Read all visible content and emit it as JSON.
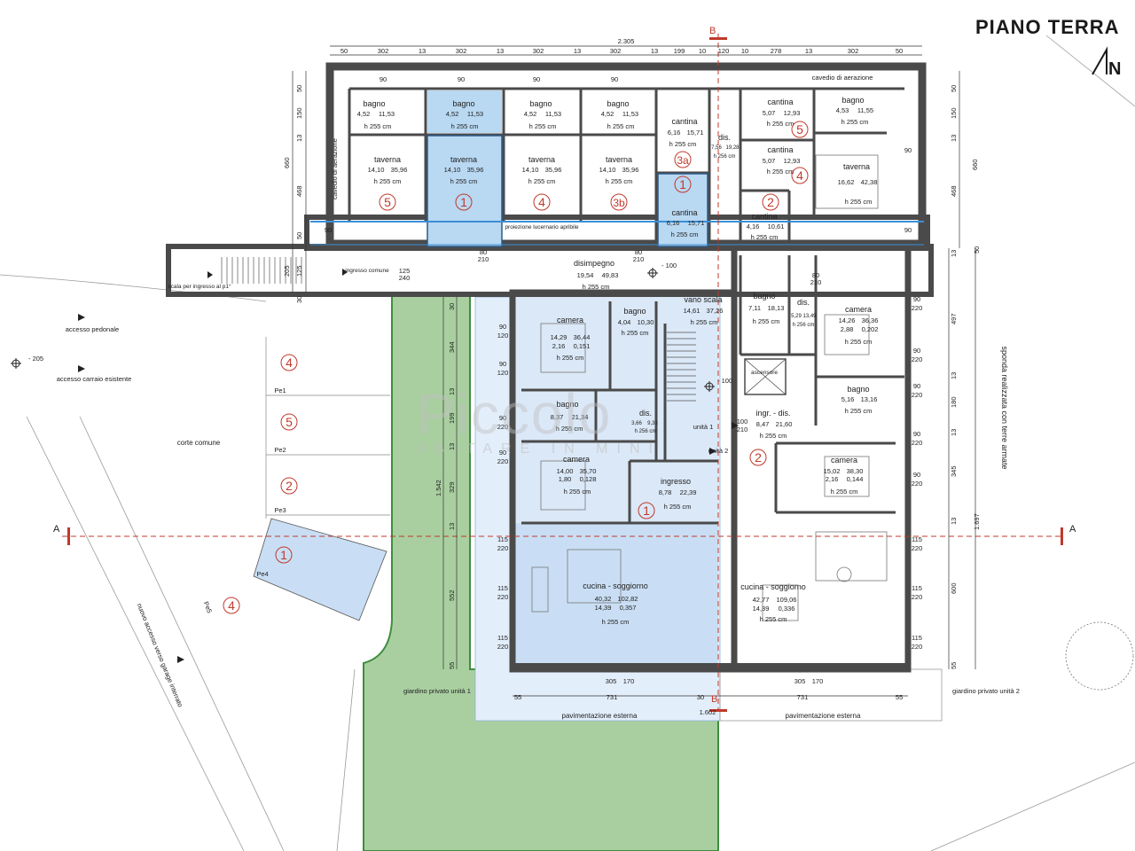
{
  "title": "PIANO TERRA",
  "north_label": "N",
  "watermark": {
    "brand": "Piccolo",
    "tagline": "ABITARE IN MINI"
  },
  "top_dims": {
    "overall": "2.305",
    "segments": [
      "50",
      "302",
      "13",
      "302",
      "13",
      "302",
      "13",
      "302",
      "13",
      "199",
      "10",
      "120",
      "10",
      "278",
      "13",
      "302",
      "50"
    ]
  },
  "bottom_dims": {
    "overall": "1.602",
    "left": "731",
    "mid": "30",
    "right": "731",
    "edge_l": "55",
    "edge_r": "55"
  },
  "left_dims": [
    "50",
    "150",
    "13",
    "660",
    "468",
    "50",
    "125",
    "205",
    "30",
    "30",
    "344",
    "13",
    "199",
    "1.542",
    "13",
    "329",
    "13",
    "552",
    "55"
  ],
  "right_dims": [
    "50",
    "150",
    "13",
    "660",
    "468",
    "50",
    "13",
    "497",
    "13",
    "180",
    "13",
    "345",
    "13",
    "1.697",
    "600",
    "55"
  ],
  "section_marks": {
    "a": "A",
    "b": "B"
  },
  "rooms": {
    "bagno_1": {
      "name": "bagno",
      "area": "4,52",
      "vol": "11,53",
      "h": "h 255 cm"
    },
    "bagno_2": {
      "name": "bagno",
      "area": "4,52",
      "vol": "11,53",
      "h": "h 255 cm"
    },
    "bagno_3": {
      "name": "bagno",
      "area": "4,52",
      "vol": "11,53",
      "h": "h 255 cm"
    },
    "bagno_4": {
      "name": "bagno",
      "area": "4,52",
      "vol": "11,53",
      "h": "h 255 cm"
    },
    "bagno_5": {
      "name": "bagno",
      "area": "4,53",
      "vol": "11,55",
      "h": "h 255 cm"
    },
    "taverna_5": {
      "name": "taverna",
      "area": "14,10",
      "vol": "35,96",
      "h": "h 255 cm",
      "unit": "5"
    },
    "taverna_1": {
      "name": "taverna",
      "area": "14,10",
      "vol": "35,96",
      "h": "h 255 cm",
      "unit": "1"
    },
    "taverna_4": {
      "name": "taverna",
      "area": "14,10",
      "vol": "35,96",
      "h": "h 255 cm",
      "unit": "4"
    },
    "taverna_3b": {
      "name": "taverna",
      "area": "14,10",
      "vol": "35,96",
      "h": "h 255 cm",
      "unit": "3b"
    },
    "taverna_r": {
      "name": "taverna",
      "area": "16,62",
      "vol": "42,38",
      "h": "h 255 cm"
    },
    "cantina_3a": {
      "name": "cantina",
      "area": "6,16",
      "vol": "15,71",
      "h": "h 255 cm",
      "unit": "3a"
    },
    "cantina_1": {
      "name": "cantina",
      "area": "6,16",
      "vol": "15,71",
      "h": "h 255 cm",
      "unit": "1"
    },
    "cantina_5": {
      "name": "cantina",
      "area": "5,07",
      "vol": "12,93",
      "h": "h 255 cm",
      "unit": "5"
    },
    "cantina_4": {
      "name": "cantina",
      "area": "5,07",
      "vol": "12,93",
      "h": "h 255 cm",
      "unit": "4"
    },
    "cantina_2": {
      "name": "cantina",
      "area": "4,16",
      "vol": "10,61",
      "h": "h 255 cm",
      "unit": "2"
    },
    "dis_top": {
      "name": "dis.",
      "area": "7,56",
      "vol": "19,28",
      "h": "h 256 cm"
    },
    "disimpegno": {
      "name": "disimpegno",
      "area": "19,54",
      "vol": "49,83",
      "h": "h 255 cm"
    },
    "vano_scala": {
      "name": "vano scala",
      "area": "14,61",
      "vol": "37,26",
      "h": "h 255 cm"
    },
    "camera_u1a": {
      "name": "camera",
      "area": "14,29",
      "vol": "36,44",
      "sub_a": "2,16",
      "sub_b": "0,151",
      "h": "h 255 cm"
    },
    "bagno_u1a": {
      "name": "bagno",
      "area": "4,04",
      "vol": "10,30",
      "h": "h 255 cm"
    },
    "bagno_u1b": {
      "name": "bagno",
      "area": "8,37",
      "vol": "21,34",
      "h": "h 255 cm"
    },
    "dis_u1": {
      "name": "dis.",
      "area": "3,66",
      "vol": "9,33",
      "h": "h 256 cm"
    },
    "camera_u1b": {
      "name": "camera",
      "area": "14,00",
      "vol": "35,70",
      "sub_a": "1,80",
      "sub_b": "0,128",
      "h": "h 255 cm"
    },
    "ingresso_u1": {
      "name": "ingresso",
      "area": "8,78",
      "vol": "22,39",
      "h": "h 255 cm"
    },
    "cucina_u1": {
      "name": "cucina - soggiorno",
      "area": "40,32",
      "vol": "102,82",
      "sub_a": "14,39",
      "sub_b": "0,357",
      "h": "h 255 cm"
    },
    "bagno_u2a": {
      "name": "bagno",
      "area": "7,11",
      "vol": "18,13",
      "h": "h 255 cm"
    },
    "dis_u2": {
      "name": "dis.",
      "area": "5,29",
      "vol": "13,49",
      "h": "h 256 cm"
    },
    "camera_u2a": {
      "name": "camera",
      "area": "14,26",
      "vol": "36,36",
      "sub_a": "2,88",
      "sub_b": "0,202",
      "h": "h 255 cm"
    },
    "bagno_u2b": {
      "name": "bagno",
      "area": "5,16",
      "vol": "13,16",
      "h": "h 255 cm"
    },
    "ingr_dis_u2": {
      "name": "ingr. - dis.",
      "area": "8,47",
      "vol": "21,60",
      "h": "h 255 cm"
    },
    "camera_u2b": {
      "name": "camera",
      "area": "15,02",
      "vol": "38,30",
      "sub_a": "2,16",
      "sub_b": "0,144",
      "h": "h 255 cm"
    },
    "cucina_u2": {
      "name": "cucina - soggiorno",
      "area": "42,77",
      "vol": "109,06",
      "sub_a": "14,39",
      "sub_b": "0,336",
      "h": "h 255 cm"
    }
  },
  "labels": {
    "cavedio_top": "cavedio di aerazione",
    "cavedio_left": "cavedio di aerazione",
    "lucernario": "proiezione lucernario apribile",
    "ascensore": "ascensore",
    "ingresso_comune": "ingresso comune",
    "scala_p1": "scala per ingresso al p1°",
    "accesso_pedonale": "accesso pedonale",
    "accesso_carraio": "accesso carraio esistente",
    "corte": "corte comune",
    "nuovo_accesso": "nuovo accesso verso garage interrato",
    "giardino_u1": "giardino privato unità 1",
    "giardino_u2": "giardino privato unità 2",
    "pav_1": "pavimentazione esterna",
    "pav_2": "pavimentazione esterna",
    "sponda": "sponda realizzata con terre armate",
    "unita1": "unità 1",
    "unita2": "unità 2",
    "lev_205": "- 205",
    "lev_100a": "- 100",
    "lev_100b": "- 100"
  },
  "parking": {
    "p1": "Pe1",
    "p2": "Pe2",
    "p3": "Pe3",
    "p4": "Pe4",
    "p5": "Pe5"
  },
  "unit_numbers": {
    "u4": "4",
    "u5": "5",
    "u2": "2",
    "u1": "1",
    "u4b": "4",
    "u1_ingresso": "1",
    "u2_ingresso": "2"
  },
  "doors": {
    "d8090": "90",
    "d80": "80",
    "d210": "210",
    "d90220": "90",
    "d220": "220",
    "d115": "115",
    "d120": "120",
    "d100": "100",
    "d125": "125",
    "d240": "240",
    "d305": "305",
    "d170": "170"
  },
  "colors": {
    "wall": "#4a4a4a",
    "blue_fill": "#b9d8f2",
    "blue_light": "#e3eefb",
    "green": "#a9cfa0",
    "green_edge": "#3e8e3e",
    "red_dash": "#c0392b",
    "window": "#3a8fd6"
  }
}
